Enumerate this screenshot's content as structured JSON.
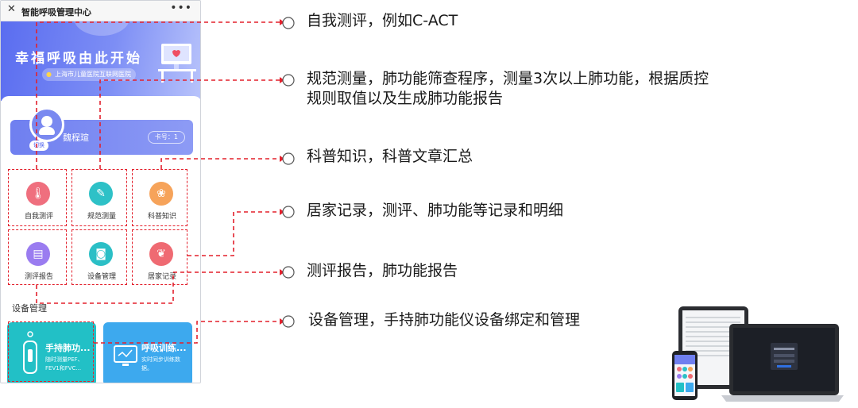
{
  "app": {
    "close_glyph": "✕",
    "title": "智能呼吸管理中心",
    "more_glyph": "•••"
  },
  "banner": {
    "slogan": "幸福呼吸由此开始",
    "hospital": "上海市儿童医院互联网医院"
  },
  "user": {
    "switch_label": "切换",
    "name": "魏程瑄",
    "card_label": "卡号：1"
  },
  "menu": [
    {
      "label": "自我测评",
      "icon": "thermometer-icon",
      "color": "#ef6f7e"
    },
    {
      "label": "规范测量",
      "icon": "syringe-icon",
      "color": "#2ec1c7"
    },
    {
      "label": "科普知识",
      "icon": "brain-icon",
      "color": "#f6a35a"
    },
    {
      "label": "测评报告",
      "icon": "report-icon",
      "color": "#9a7cf0"
    },
    {
      "label": "设备管理",
      "icon": "camera-icon",
      "color": "#2bbfc6"
    },
    {
      "label": "居家记录",
      "icon": "lung-icon",
      "color": "#ef6a72"
    }
  ],
  "devices_section": {
    "title": "设备管理",
    "cards": [
      {
        "title": "手持肺功...",
        "desc": "随时测量PEF、FEV1和FVC...",
        "color": "#22c0c6"
      },
      {
        "title": "呼吸训练...",
        "desc": "实时同步训练数据。",
        "color": "#3da9ee"
      }
    ]
  },
  "annotations": [
    "自我测评，例如C-ACT",
    "规范测量，肺功能筛查程序，测量3次以上肺功能，根据质控",
    "规则取值以及生成肺功能报告",
    "科普知识，科普文章汇总",
    "居家记录，测评、肺功能等记录和明细",
    "测评报告，肺功能报告",
    "设备管理，手持肺功能仪设备绑定和管理"
  ],
  "colors": {
    "annotation_line": "#e3202c",
    "banner_start": "#5a6df0"
  }
}
